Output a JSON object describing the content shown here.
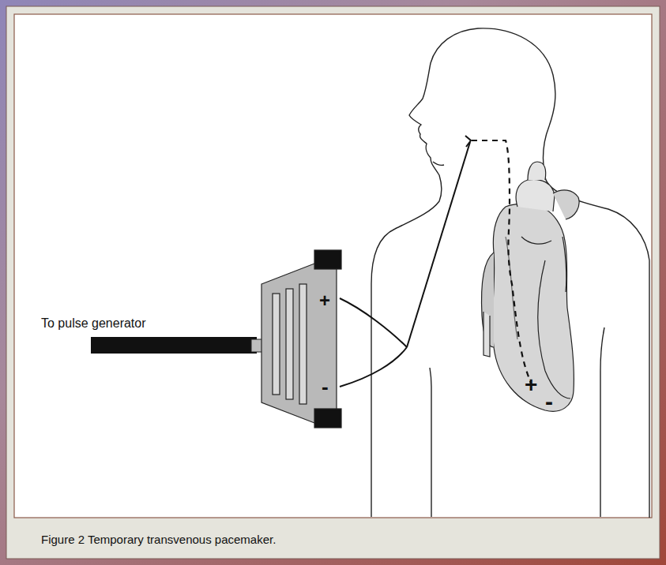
{
  "diagram": {
    "caption": "Figure 2 Temporary transvenous pacemaker.",
    "labels": [
      "To pulse generator",
      "+",
      "-",
      "+",
      "-"
    ]
  }
}
